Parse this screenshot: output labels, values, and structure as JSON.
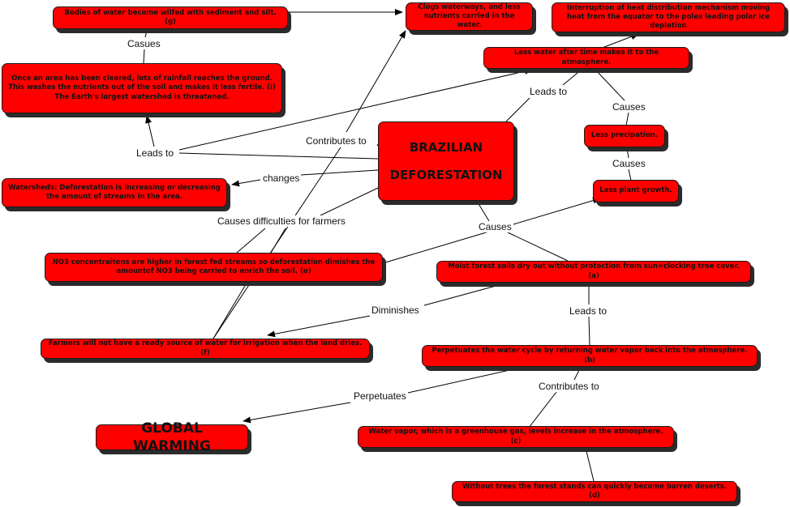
{
  "nodes": {
    "bodies_water": "Bodies of water become wilfed with sediment and silt. (g)",
    "clogs": "Clogs waterways, and less nutrients carried in the water.",
    "interruption": "Interruption of heat distribution mechanism moving heat from the equator to the poles leading polar ice depletion",
    "less_water": "Less water after time makes it to the atmosphere.",
    "once_cleared": "Once an area has been cleared, lots of rainfall reaches the ground. This washes the nutrients out of the soil and makes it less fertile. (i) The Earth's largest watershed is threatened.",
    "brazilian": "BRAZILIAN",
    "deforestation": "DEFORESTATION",
    "less_precip": "Less precipation.",
    "less_plant": "Less plant growth.",
    "watersheds": "Watersheds: Deforestation is increasing or decreasing the amount of streams in the area.",
    "no3": "NO3 concentraitons are higher in forest fed streams so deforestation dimishes the amountof NO3 being carried to enrich the soil. (e)",
    "moist_soils": "Moist forest soils dry out without protection from sun=clocking tree cover. (a)",
    "farmers": "Farmers will not have a ready source of water for irrigation when the land dries.(f)",
    "perpetuates_cycle": "Perpetuates the water cycle by returning water vapor back into the atmosphere. (b)",
    "global_warming": "GLOBAL WARMING",
    "water_vapor": "Water vapor, which is a greenhouse gas, levels increase in the atmosphere. (c)",
    "barren": "Without trees the forest stands can quickly become barren deserts. (d)"
  },
  "labels": {
    "casues": "Casues",
    "leads_to_top": "Leads to",
    "causes_right1": "Causes",
    "contributes_to_top": "Contributes to",
    "leads_to_left": "Leads to",
    "causes_right2": "Causes",
    "changes": "changes",
    "causes_difficulties": "Causes difficulties for farmers",
    "causes_center": "Causes",
    "diminishes": "Diminishes",
    "leads_to_bottom": "Leads to",
    "perpetuates": "Perpetuates",
    "contributes_to_bottom": "Contributes to"
  }
}
